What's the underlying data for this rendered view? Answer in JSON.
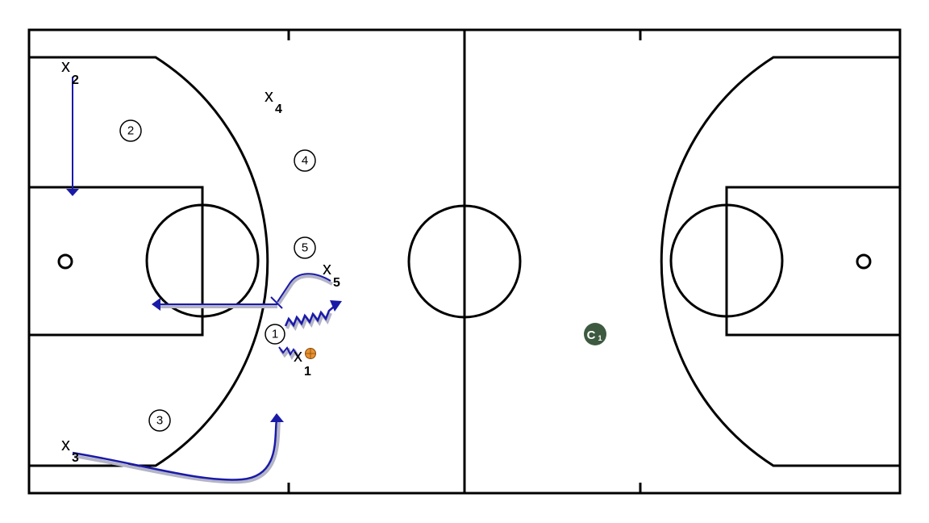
{
  "offense": [
    {
      "id": "offense-1",
      "label": "1"
    },
    {
      "id": "offense-2",
      "label": "2"
    },
    {
      "id": "offense-3",
      "label": "3"
    },
    {
      "id": "offense-4",
      "label": "4"
    },
    {
      "id": "offense-5",
      "label": "5"
    }
  ],
  "defense": [
    {
      "id": "defender-x1",
      "mark": "x",
      "number": "1"
    },
    {
      "id": "defender-x2",
      "mark": "x",
      "number": "2"
    },
    {
      "id": "defender-x3",
      "mark": "x",
      "number": "3"
    },
    {
      "id": "defender-x4",
      "mark": "x",
      "number": "4"
    },
    {
      "id": "defender-x5",
      "mark": "x",
      "number": "5"
    }
  ],
  "coach": {
    "letter": "C",
    "number": "1"
  },
  "colors": {
    "court_line": "#000000",
    "movement": "#1a1aa8",
    "shadow": "#b4b4c8",
    "ball": "#e8922e",
    "coach": "#3d5a40"
  }
}
